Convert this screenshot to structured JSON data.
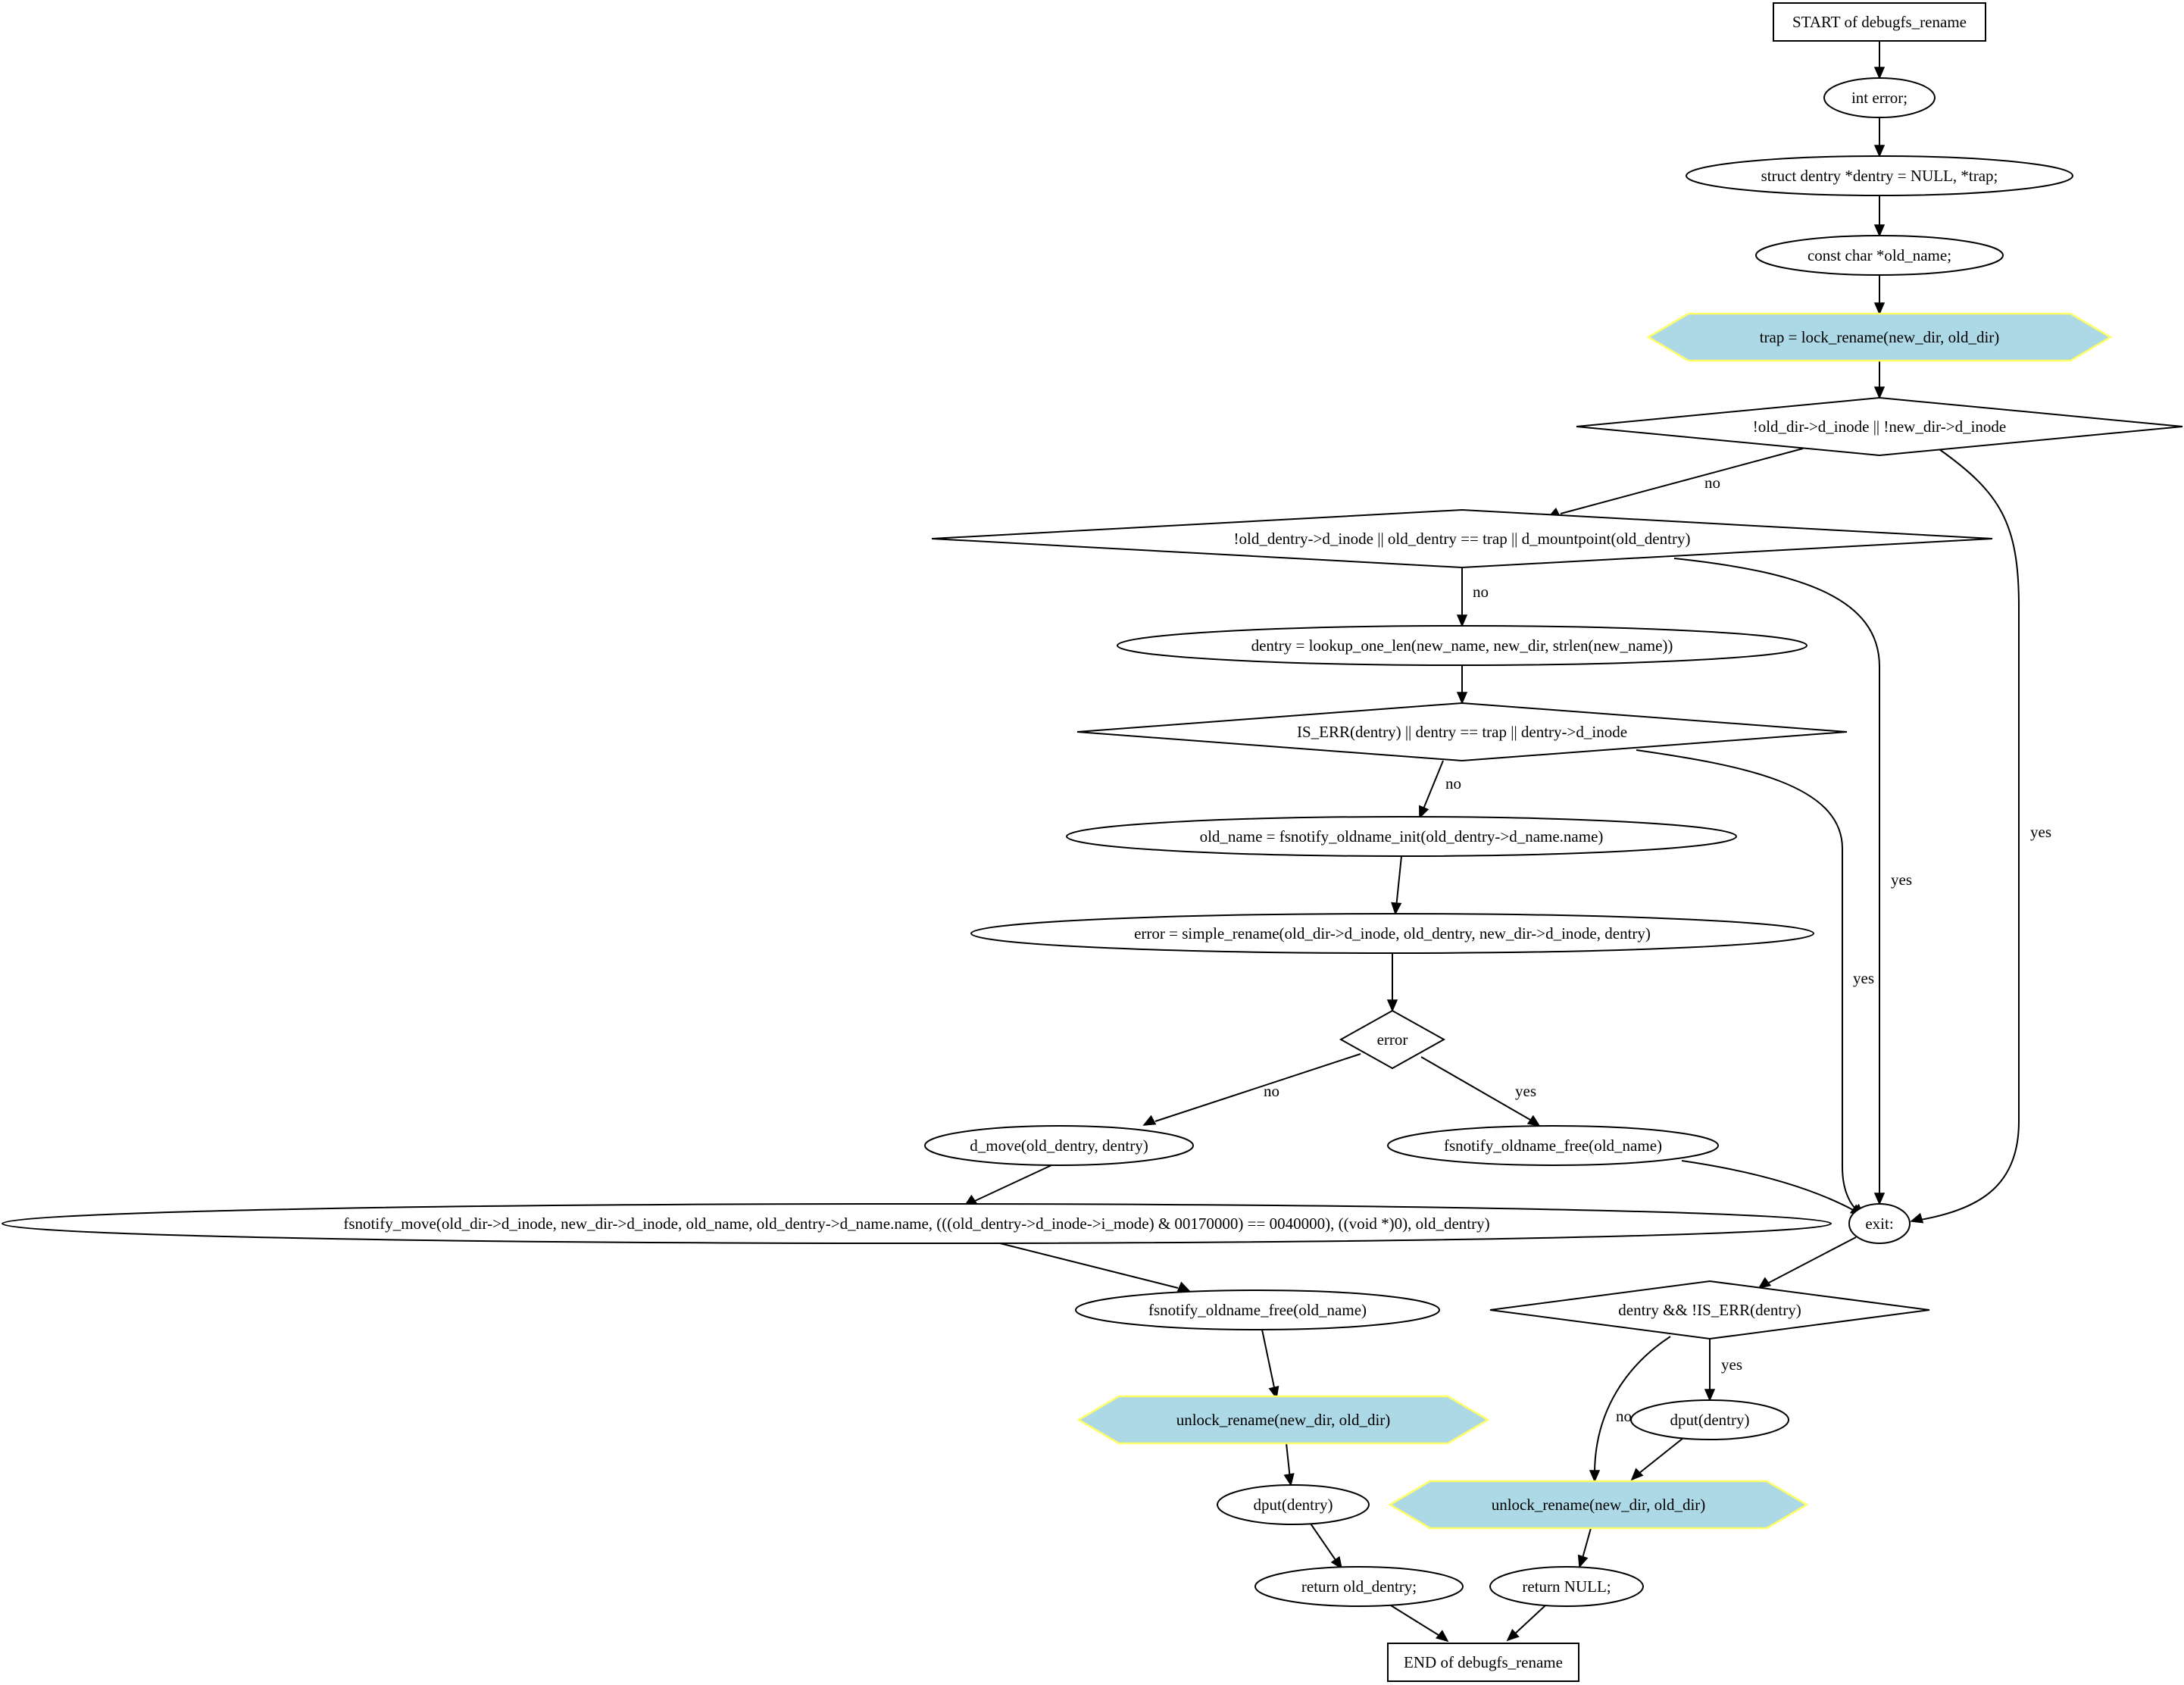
{
  "diagram": {
    "type": "flowchart",
    "nodes": {
      "start": "START of debugfs_rename",
      "n_error_decl": "int error;",
      "n_dentry_decl": "struct dentry *dentry = NULL, *trap;",
      "n_oldname_decl": "const char *old_name;",
      "n_lock": "trap = lock_rename(new_dir, old_dir)",
      "d_dir_inode": "!old_dir->d_inode || !new_dir->d_inode",
      "d_old_dentry": "!old_dentry->d_inode || old_dentry == trap || d_mountpoint(old_dentry)",
      "n_lookup": "dentry = lookup_one_len(new_name, new_dir, strlen(new_name))",
      "d_is_err": "IS_ERR(dentry) || dentry == trap || dentry->d_inode",
      "n_oldname_init": "old_name = fsnotify_oldname_init(old_dentry->d_name.name)",
      "n_simple_rename": "error = simple_rename(old_dir->d_inode, old_dentry, new_dir->d_inode, dentry)",
      "d_error": "error",
      "n_d_move": "d_move(old_dentry, dentry)",
      "n_free1": "fsnotify_oldname_free(old_name)",
      "n_fsnotify_move": "fsnotify_move(old_dir->d_inode, new_dir->d_inode, old_name, old_dentry->d_name.name, (((old_dentry->d_inode->i_mode) & 00170000) == 0040000), ((void *)0), old_dentry)",
      "n_exit": "exit:",
      "n_free2": "fsnotify_oldname_free(old_name)",
      "d_dentry_ok": "dentry && !IS_ERR(dentry)",
      "n_unlock1": "unlock_rename(new_dir, old_dir)",
      "n_dput2": "dput(dentry)",
      "n_dput1": "dput(dentry)",
      "n_unlock2": "unlock_rename(new_dir, old_dir)",
      "n_return_old": "return old_dentry;",
      "n_return_null": "return NULL;",
      "end": "END of debugfs_rename"
    },
    "edges": [
      {
        "from": "start",
        "to": "n_error_decl",
        "label": ""
      },
      {
        "from": "n_error_decl",
        "to": "n_dentry_decl",
        "label": ""
      },
      {
        "from": "n_dentry_decl",
        "to": "n_oldname_decl",
        "label": ""
      },
      {
        "from": "n_oldname_decl",
        "to": "n_lock",
        "label": ""
      },
      {
        "from": "n_lock",
        "to": "d_dir_inode",
        "label": ""
      },
      {
        "from": "d_dir_inode",
        "to": "d_old_dentry",
        "label": "no"
      },
      {
        "from": "d_dir_inode",
        "to": "n_exit",
        "label": "yes"
      },
      {
        "from": "d_old_dentry",
        "to": "n_lookup",
        "label": "no"
      },
      {
        "from": "d_old_dentry",
        "to": "n_exit",
        "label": "yes"
      },
      {
        "from": "n_lookup",
        "to": "d_is_err",
        "label": ""
      },
      {
        "from": "d_is_err",
        "to": "n_oldname_init",
        "label": "no"
      },
      {
        "from": "d_is_err",
        "to": "n_exit",
        "label": "yes"
      },
      {
        "from": "n_oldname_init",
        "to": "n_simple_rename",
        "label": ""
      },
      {
        "from": "n_simple_rename",
        "to": "d_error",
        "label": ""
      },
      {
        "from": "d_error",
        "to": "n_d_move",
        "label": "no"
      },
      {
        "from": "d_error",
        "to": "n_free1",
        "label": "yes"
      },
      {
        "from": "n_free1",
        "to": "n_exit",
        "label": ""
      },
      {
        "from": "n_d_move",
        "to": "n_fsnotify_move",
        "label": ""
      },
      {
        "from": "n_fsnotify_move",
        "to": "n_free2",
        "label": ""
      },
      {
        "from": "n_exit",
        "to": "d_dentry_ok",
        "label": ""
      },
      {
        "from": "n_free2",
        "to": "n_unlock1",
        "label": ""
      },
      {
        "from": "d_dentry_ok",
        "to": "n_dput2",
        "label": "yes"
      },
      {
        "from": "d_dentry_ok",
        "to": "n_unlock2",
        "label": "no"
      },
      {
        "from": "n_unlock1",
        "to": "n_dput1",
        "label": ""
      },
      {
        "from": "n_dput2",
        "to": "n_unlock2",
        "label": ""
      },
      {
        "from": "n_dput1",
        "to": "n_return_old",
        "label": ""
      },
      {
        "from": "n_unlock2",
        "to": "n_return_null",
        "label": ""
      },
      {
        "from": "n_return_old",
        "to": "end",
        "label": ""
      },
      {
        "from": "n_return_null",
        "to": "end",
        "label": ""
      }
    ]
  }
}
